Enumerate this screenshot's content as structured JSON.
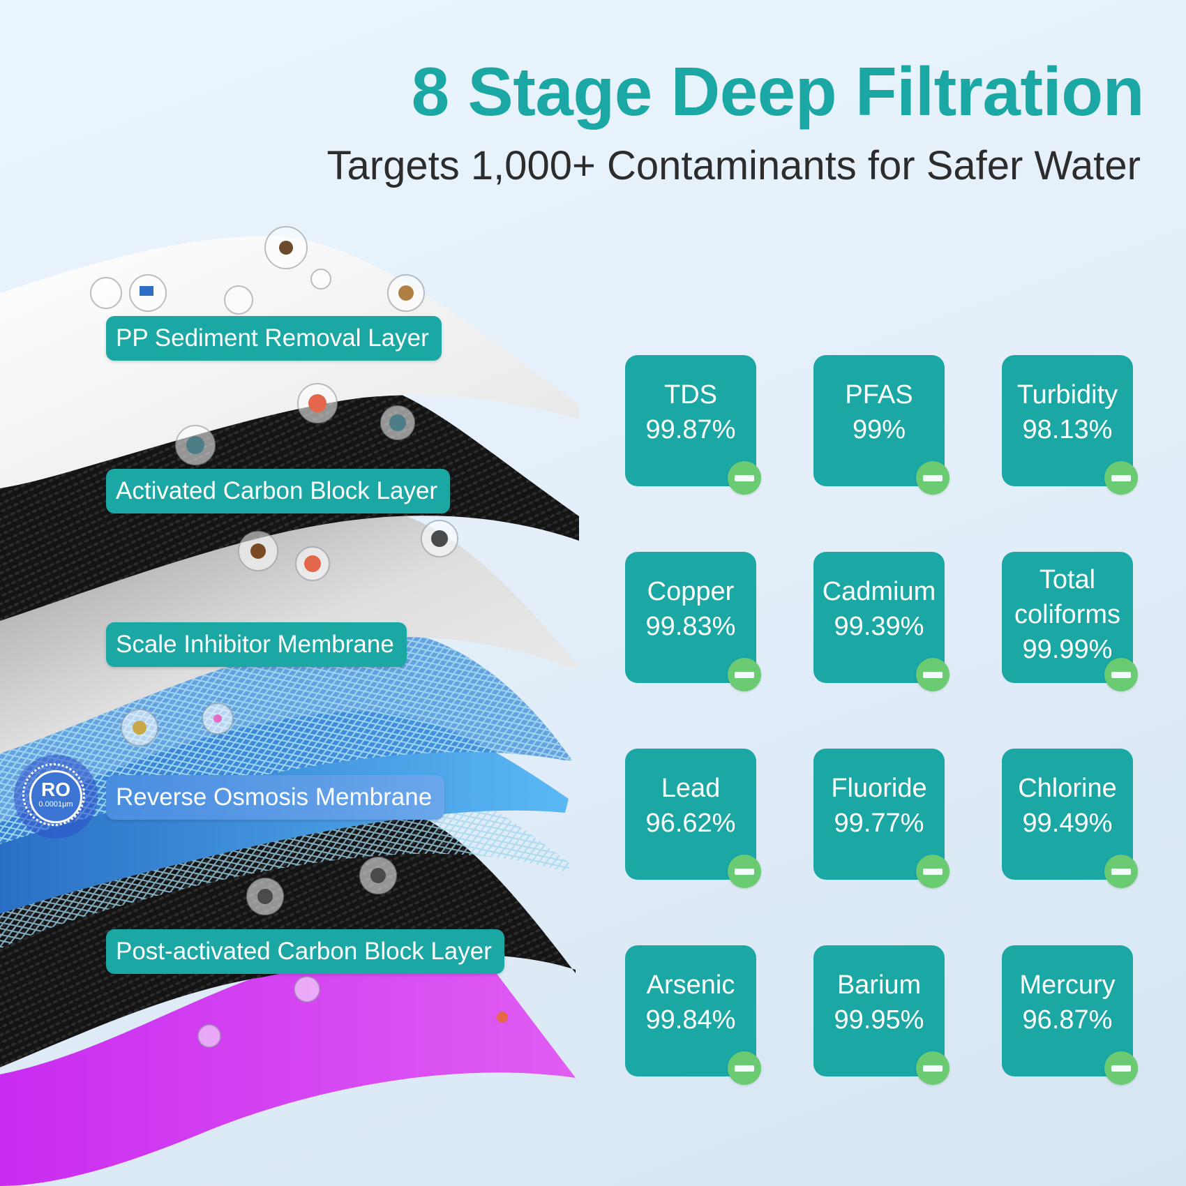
{
  "header": {
    "title": "8 Stage Deep Filtration",
    "subtitle": "Targets 1,000+ Contaminants for Safer Water"
  },
  "layers": [
    {
      "label": "PP Sediment Removal Layer",
      "color": "#f2f2f2"
    },
    {
      "label": "Activated Carbon Block Layer",
      "color": "#1a1a1a"
    },
    {
      "label": "Scale Inhibitor Membrane",
      "color": "#e3e3e3"
    },
    {
      "label": "Reverse Osmosis Membrane",
      "color": "#4aa8ef"
    },
    {
      "label": "Post-activated Carbon Block Layer",
      "color": "#161616"
    }
  ],
  "ro_badge": {
    "main": "RO",
    "sub": "0.0001μm"
  },
  "contaminants": [
    {
      "name": "TDS",
      "value": "99.87%"
    },
    {
      "name": "PFAS",
      "value": "99%"
    },
    {
      "name": "Turbidity",
      "value": "98.13%"
    },
    {
      "name": "Copper",
      "value": "99.83%"
    },
    {
      "name": "Cadmium",
      "value": "99.39%"
    },
    {
      "name": "Total coliforms",
      "value": "99.99%"
    },
    {
      "name": "Lead",
      "value": "96.62%"
    },
    {
      "name": "Fluoride",
      "value": "99.77%"
    },
    {
      "name": "Chlorine",
      "value": "99.49%"
    },
    {
      "name": "Arsenic",
      "value": "99.84%"
    },
    {
      "name": "Barium",
      "value": "99.95%"
    },
    {
      "name": "Mercury",
      "value": "96.87%"
    }
  ],
  "colors": {
    "accent": "#1ba8a5",
    "badge": "#6acb72",
    "purple_layer": "#d633f2"
  }
}
